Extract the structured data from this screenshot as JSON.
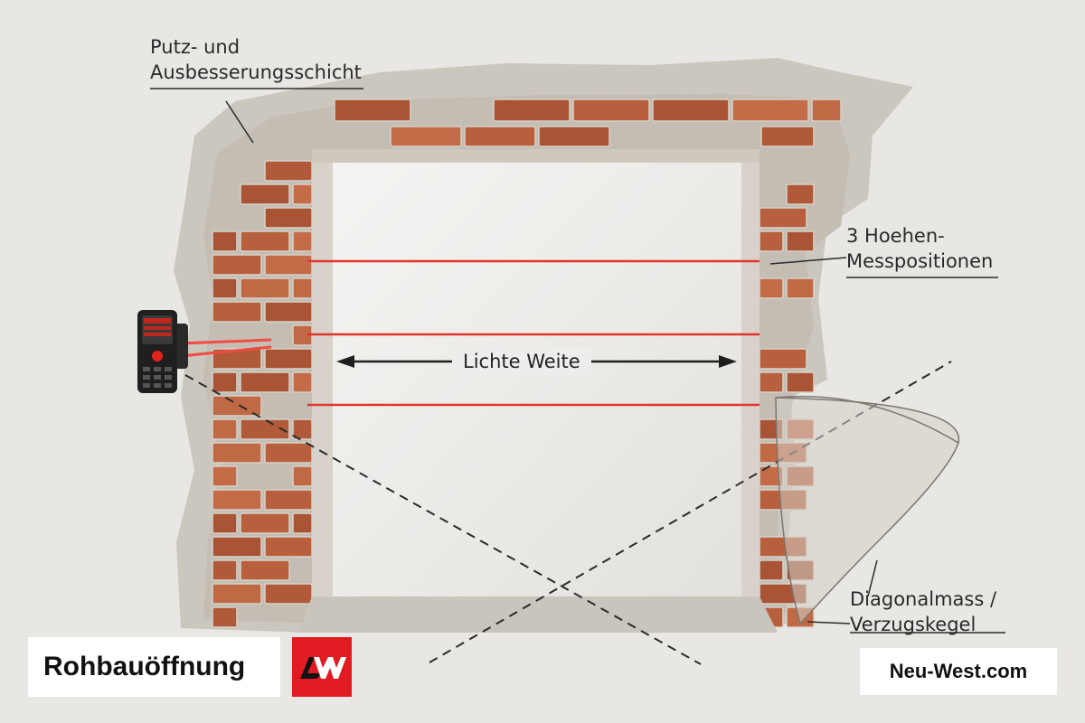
{
  "labels": {
    "plaster_line1": "Putz- und",
    "plaster_line2": "Ausbesserungsschicht",
    "height_line1": "3 Hoehen-",
    "height_line2": "Messpositionen",
    "clear_width": "Lichte Weite",
    "diag_line1": "Diagonalmass /",
    "diag_line2": "Verzugskegel"
  },
  "title": "Rohbauöffnung",
  "brand": "Neu-West.com",
  "colors": {
    "wall": "#e9e7e3",
    "brick": "#b8603e",
    "laser": "#ff3b30",
    "logo": "#e11b22",
    "opening": "#efeeec"
  },
  "icons": {
    "logo": "nw-logo-icon",
    "device": "laser-distance-meter-icon"
  }
}
